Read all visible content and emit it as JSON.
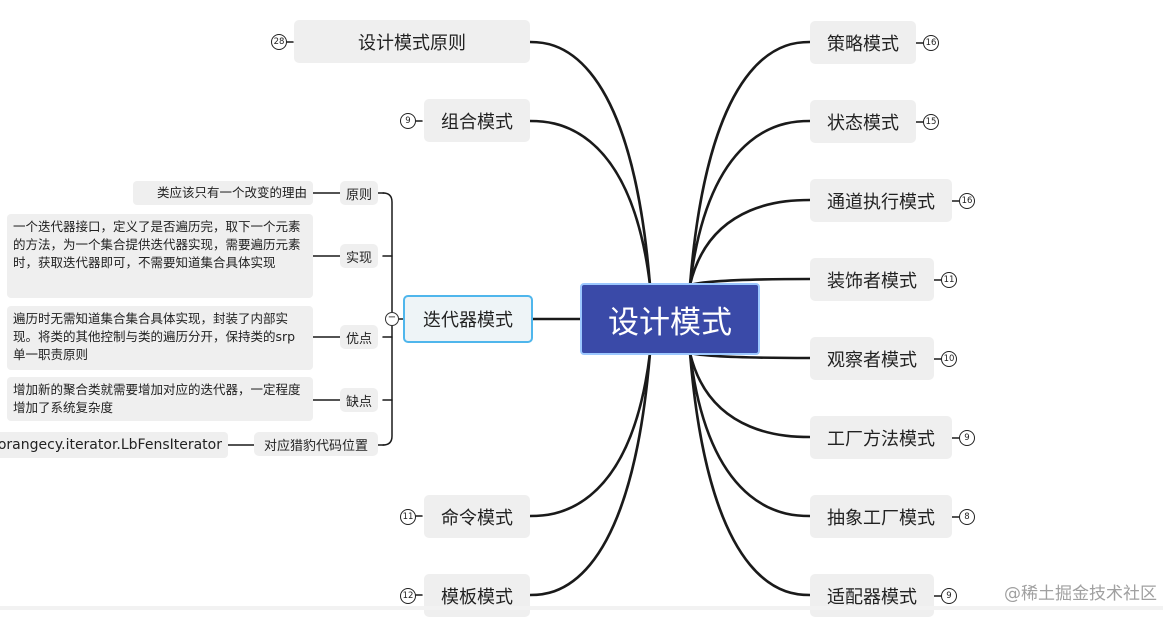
{
  "central": {
    "label": "设计模式"
  },
  "left_branches": [
    {
      "label": "设计模式原则",
      "count": "28"
    },
    {
      "label": "组合模式",
      "count": "9"
    },
    {
      "label": "命令模式",
      "count": "11"
    },
    {
      "label": "模板模式",
      "count": "12"
    }
  ],
  "right_branches": [
    {
      "label": "策略模式",
      "count": "16"
    },
    {
      "label": "状态模式",
      "count": "15"
    },
    {
      "label": "通道执行模式",
      "count": "16"
    },
    {
      "label": "装饰者模式",
      "count": "11"
    },
    {
      "label": "观察者模式",
      "count": "10"
    },
    {
      "label": "工厂方法模式",
      "count": "9"
    },
    {
      "label": "抽象工厂模式",
      "count": "8"
    },
    {
      "label": "适配器模式",
      "count": "9"
    }
  ],
  "iterator": {
    "label": "迭代器模式",
    "collapse_symbol": "−",
    "children": [
      {
        "label": "原则",
        "detail": "类应该只有一个改变的理由"
      },
      {
        "label": "实现",
        "detail": "一个迭代器接口，定义了是否遍历完，取下一个元素的方法，为一个集合提供迭代器实现，需要遍历元素时，获取迭代器即可，不需要知道集合具体实现"
      },
      {
        "label": "优点",
        "detail": "遍历时无需知道集合集合具体实现，封装了内部实现。将类的其他控制与类的遍历分开，保持类的srp 单一职责原则"
      },
      {
        "label": "缺点",
        "detail": "增加新的聚合类就需要增加对应的迭代器，一定程度增加了系统复杂度"
      },
      {
        "label": "对应猎豹代码位置",
        "detail": "m.orangecy.iterator.LbFensIterator"
      }
    ]
  },
  "watermark": "@稀土掘金技术社区",
  "colors": {
    "central_fill": "#3a4aa8",
    "central_border": "#9cc8ff",
    "iterator_border": "#4fb6ec",
    "node_fill": "#efefef",
    "line": "#1a1a1a"
  }
}
